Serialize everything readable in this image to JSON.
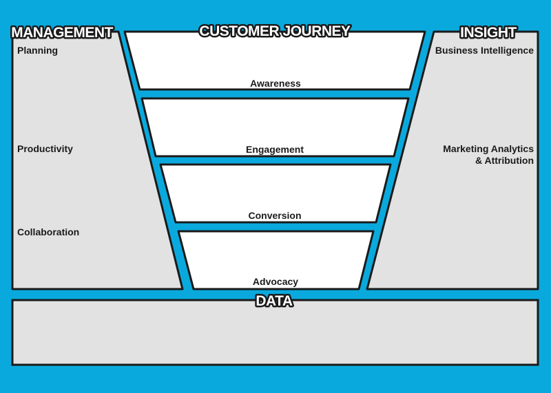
{
  "colors": {
    "background": "#0aa9dd",
    "panel_fill": "#e2e2e2",
    "funnel_fill": "#ffffff",
    "outline": "#1a1a1a"
  },
  "headers": {
    "management": "MANAGEMENT",
    "customer_journey": "CUSTOMER JOURNEY",
    "insight": "INSIGHT",
    "data": "DATA"
  },
  "management": {
    "items": [
      "Planning",
      "Productivity",
      "Collaboration"
    ]
  },
  "funnel": {
    "stages": [
      "Awareness",
      "Engagement",
      "Conversion",
      "Advocacy"
    ]
  },
  "insight": {
    "items": [
      [
        "Business Intelligence"
      ],
      [
        "Marketing Analytics",
        "& Attribution"
      ]
    ]
  }
}
